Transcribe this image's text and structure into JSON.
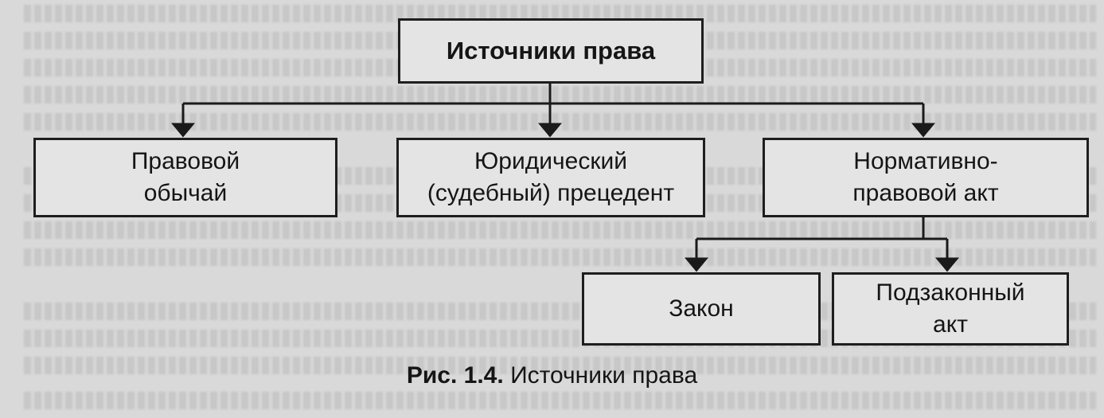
{
  "diagram": {
    "root": {
      "label": "Источники права"
    },
    "level1": [
      {
        "lines": [
          "Правовой",
          "обычай"
        ]
      },
      {
        "lines": [
          "Юридический",
          "(судебный) прецедент"
        ]
      },
      {
        "lines": [
          "Нормативно-",
          "правовой акт"
        ]
      }
    ],
    "level2": [
      {
        "lines": [
          "Закон"
        ]
      },
      {
        "lines": [
          "Подзаконный",
          "акт"
        ]
      }
    ]
  },
  "caption": {
    "figure": "Рис. 1.4.",
    "text": "Источники права"
  }
}
